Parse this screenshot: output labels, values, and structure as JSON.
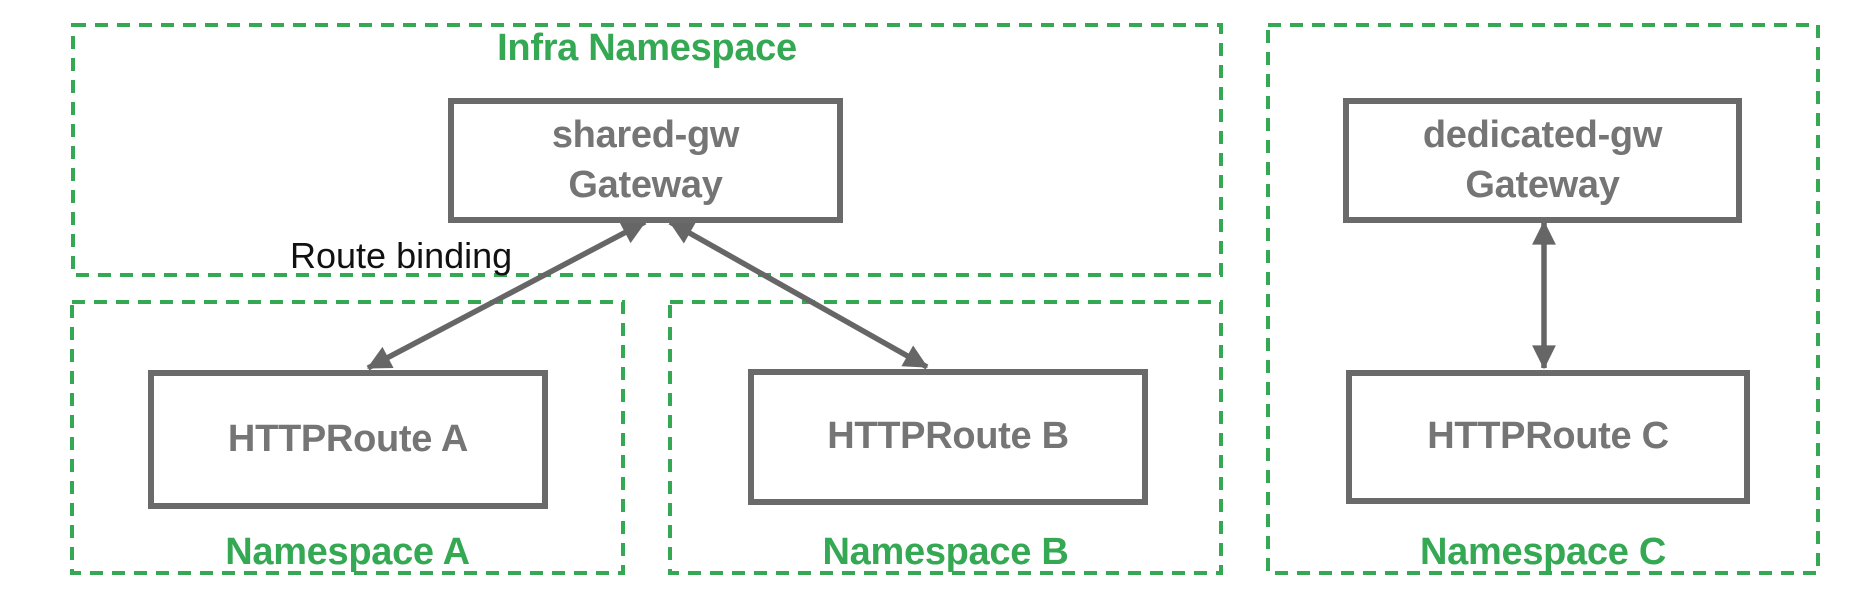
{
  "diagram": {
    "title_hint": "Gateway API route binding across namespaces",
    "infra_namespace": {
      "label": "Infra Namespace",
      "gateway": {
        "line1": "shared-gw",
        "line2": "Gateway"
      }
    },
    "namespace_a": {
      "label": "Namespace A",
      "route": "HTTPRoute A"
    },
    "namespace_b": {
      "label": "Namespace B",
      "route": "HTTPRoute B"
    },
    "namespace_c": {
      "label": "Namespace C",
      "gateway": {
        "line1": "dedicated-gw",
        "line2": "Gateway"
      },
      "route": "HTTPRoute C"
    },
    "annotations": {
      "route_binding": "Route binding"
    },
    "edges": [
      {
        "from": "HTTPRoute A",
        "to": "shared-gw Gateway",
        "style": "double-arrow"
      },
      {
        "from": "HTTPRoute B",
        "to": "shared-gw Gateway",
        "style": "double-arrow"
      },
      {
        "from": "HTTPRoute C",
        "to": "dedicated-gw Gateway",
        "style": "double-arrow"
      }
    ]
  },
  "colors": {
    "green": "#34A853",
    "box-border": "#6A6A6A",
    "box-text": "#757575",
    "arrow": "#666666",
    "annotation-text": "#111111",
    "bg": "#FFFFFF"
  }
}
